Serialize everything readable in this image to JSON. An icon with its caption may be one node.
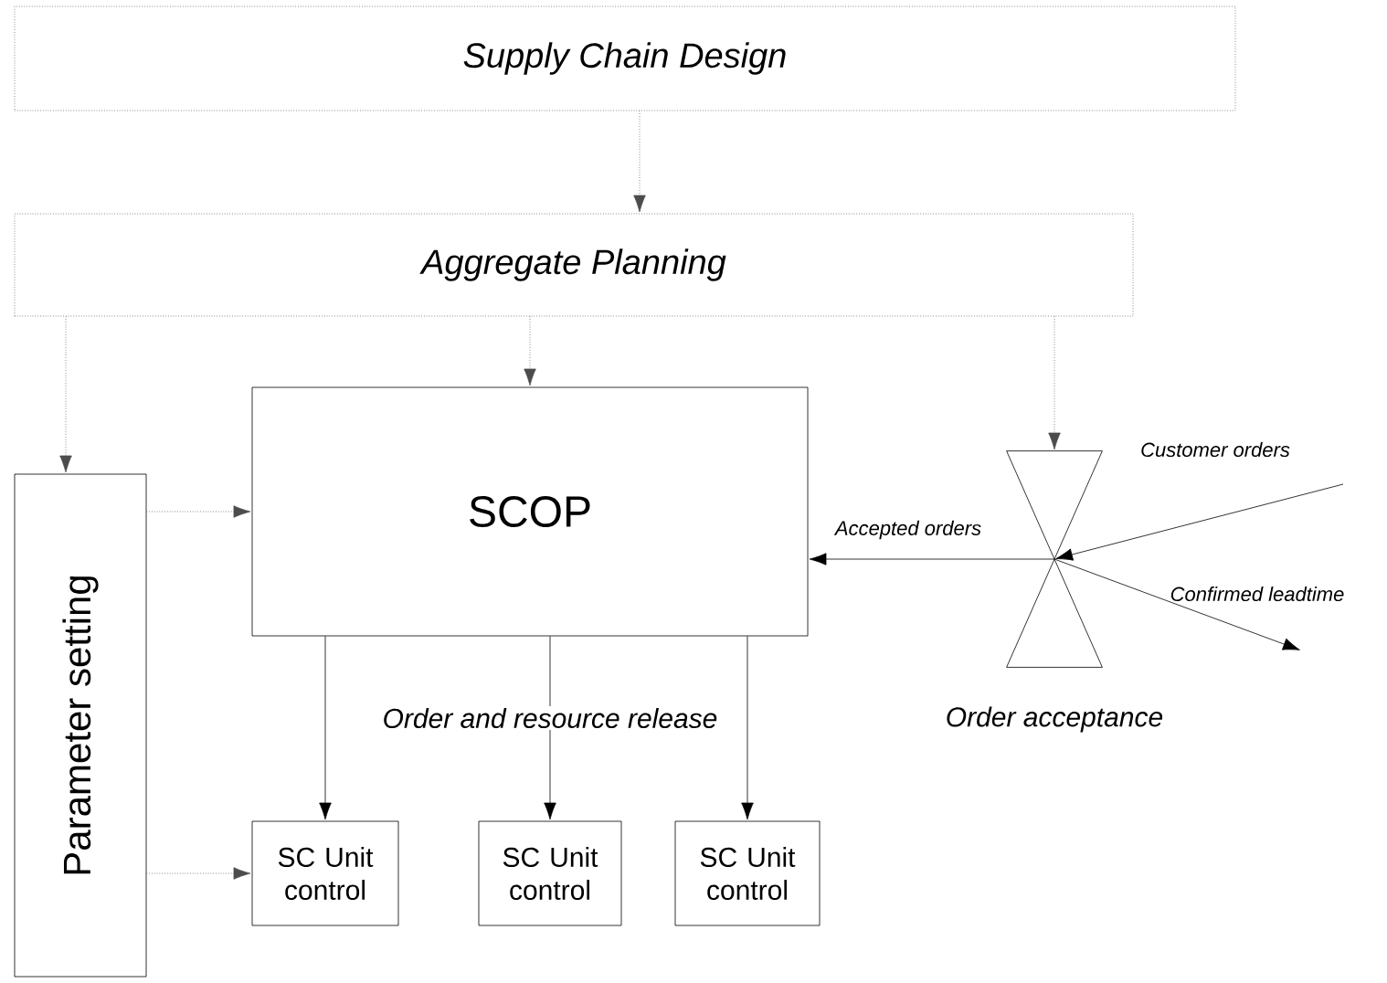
{
  "diagram": {
    "nodes": [
      {
        "text": [
          "Supply Chain Design"
        ]
      },
      {
        "text": [
          "Aggregate Planning"
        ]
      },
      {
        "text": [
          "Parameter setting"
        ]
      },
      {
        "text": [
          "SCOP"
        ]
      },
      {
        "text": [
          "Order acceptance"
        ]
      },
      {
        "text": [
          "SC Unit control"
        ]
      },
      {
        "text": [
          "SC Unit control"
        ]
      },
      {
        "text": [
          "SC Unit control"
        ]
      }
    ],
    "edges": [
      {
        "from": 0,
        "to": 1,
        "arrow": "to",
        "style": "dashed"
      },
      {
        "from": 1,
        "to": 2,
        "arrow": "to",
        "style": "dashed"
      },
      {
        "from": 1,
        "to": 3,
        "arrow": "to",
        "style": "dashed"
      },
      {
        "from": 1,
        "to": 4,
        "arrow": "to",
        "style": "dashed"
      },
      {
        "from": 2,
        "to": 3,
        "arrow": "to",
        "style": "dashed"
      },
      {
        "from": 2,
        "to": 5,
        "arrow": "to",
        "style": "dashed"
      },
      {
        "from": 3,
        "to": 5,
        "arrow": "to"
      },
      {
        "from": 3,
        "to": 6,
        "arrow": "to"
      },
      {
        "from": 3,
        "to": 7,
        "arrow": "to"
      },
      {
        "from": 4,
        "to": 3,
        "arrow": "to",
        "label": "Accepted orders"
      },
      {
        "from": null,
        "to": 4,
        "arrow": "to",
        "label": "Customer orders"
      },
      {
        "from": 4,
        "to": null,
        "arrow": "to",
        "label": "Confirmed leadtime"
      }
    ],
    "labels": [
      "Order and resource release"
    ]
  }
}
